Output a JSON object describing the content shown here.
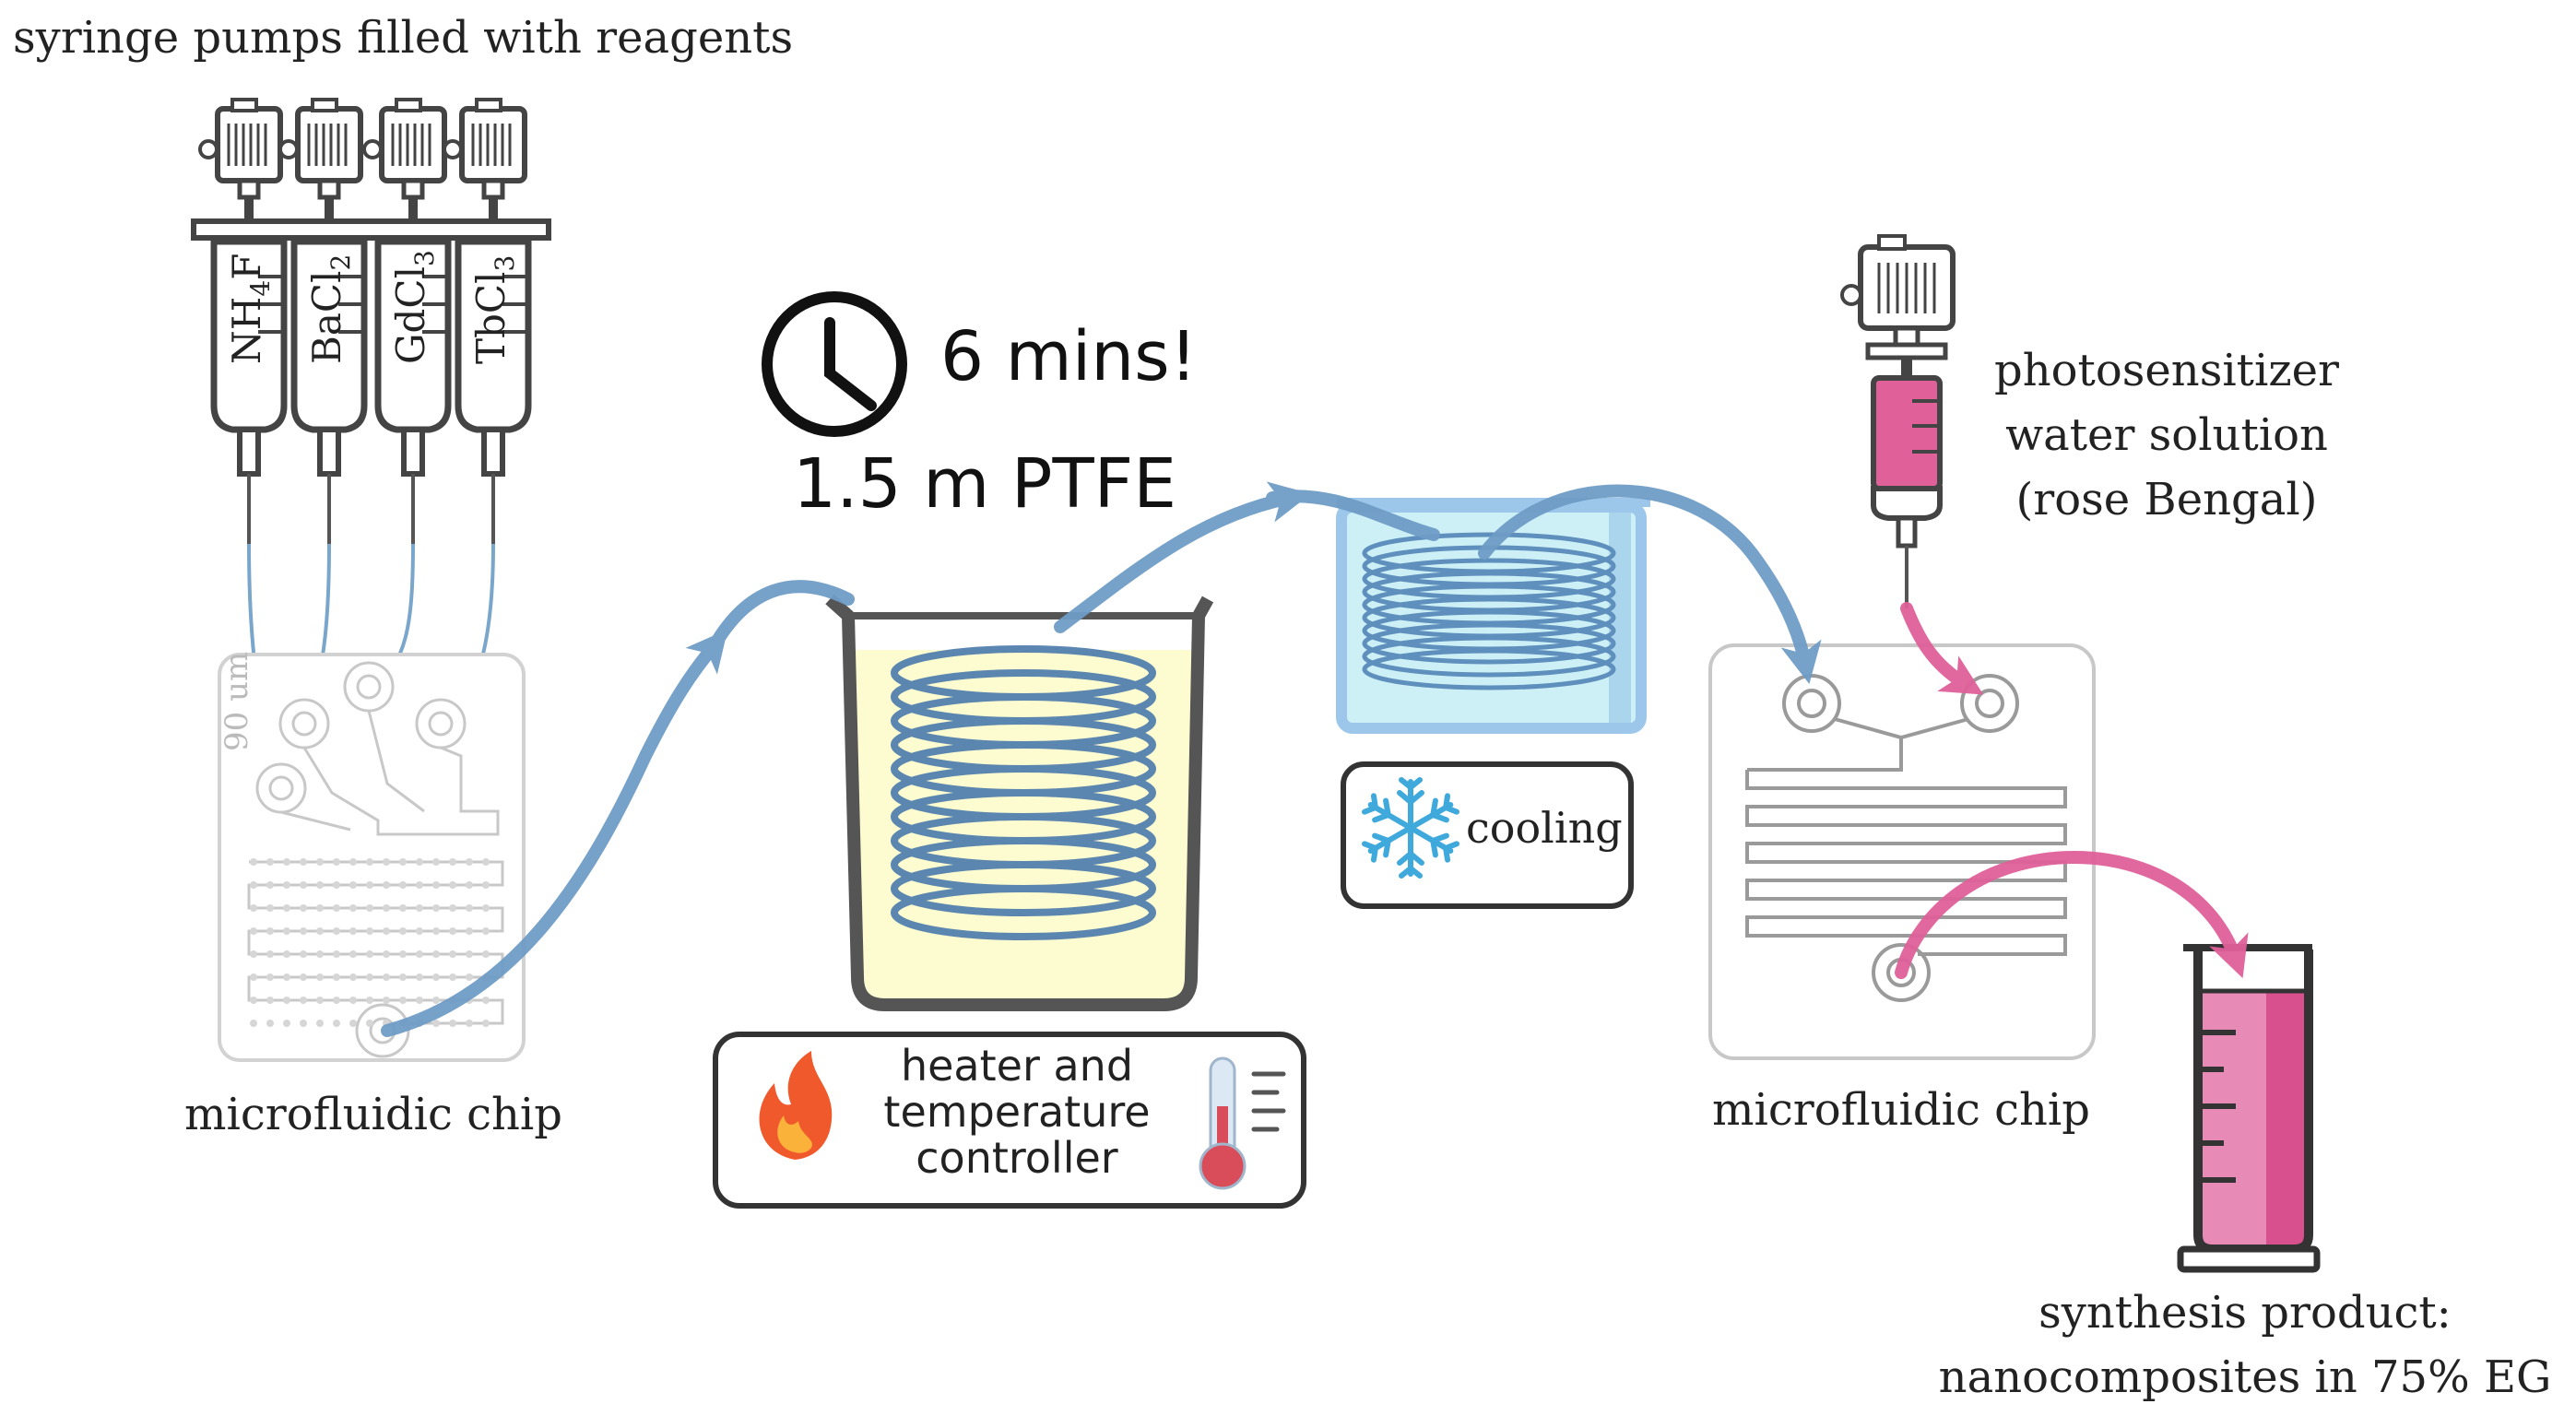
{
  "labels": {
    "pumps_caption": "syringe pumps filled with reagents",
    "timer_text": "6 mins!",
    "tubing_text": "1.5 m PTFE",
    "chip_left_caption": "microfluidic chip",
    "chip_right_caption": "microfluidic chip",
    "heater_line1": "heater and",
    "heater_line2": "temperature",
    "heater_line3": "controller",
    "cooling_label": "cooling",
    "photo_line1": "photosensitizer",
    "photo_line2": "water solution",
    "photo_line3": "(rose Bengal)",
    "product_line1": "synthesis product:",
    "product_line2": "nanocomposites in 75% EG",
    "chip_marking": "90 um"
  },
  "reagents": [
    {
      "base": "NH",
      "sub": "4",
      "tail": "F"
    },
    {
      "base": "BaCl",
      "sub": "2",
      "tail": ""
    },
    {
      "base": "GdCl",
      "sub": "3",
      "tail": ""
    },
    {
      "base": "TbCl",
      "sub": "3",
      "tail": ""
    }
  ],
  "icons": {
    "clock": "clock-icon",
    "flame": "flame-icon",
    "thermometer": "thermometer-icon",
    "snowflake": "snowflake-icon"
  },
  "colors": {
    "flow_blue": "#6f9cc6",
    "flow_pink": "#e0609a",
    "outline": "#3a3a3a",
    "heater_liquid": "#fdfbd0",
    "cooling_liquid": "#ccf0f6",
    "rose_solution": "#e0609a"
  }
}
